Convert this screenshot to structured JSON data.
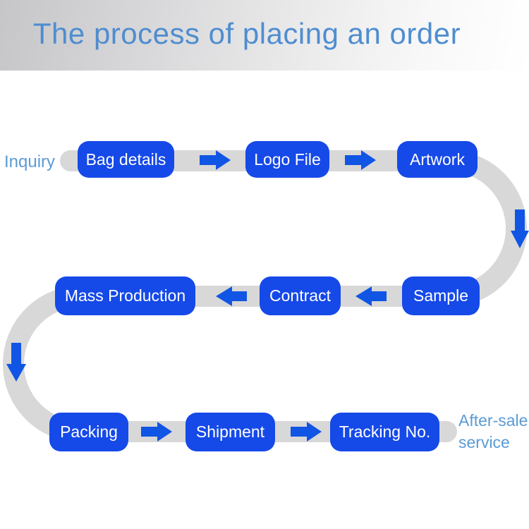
{
  "header": {
    "title": "The process of placing an order"
  },
  "flow": {
    "start_label": "Inquiry",
    "end_label": "After-sale service",
    "rows": [
      {
        "direction": "left-to-right",
        "steps": [
          {
            "label": "Bag details"
          },
          {
            "label": "Logo File"
          },
          {
            "label": "Artwork"
          }
        ]
      },
      {
        "direction": "right-to-left",
        "steps": [
          {
            "label": "Mass Production"
          },
          {
            "label": "Contract"
          },
          {
            "label": "Sample"
          }
        ]
      },
      {
        "direction": "left-to-right",
        "steps": [
          {
            "label": "Packing"
          },
          {
            "label": "Shipment"
          },
          {
            "label": "Tracking No."
          }
        ]
      }
    ],
    "colors": {
      "node_fill": "#1549e8",
      "node_text": "#ffffff",
      "arrow_fill": "#1155e4",
      "path_gray": "#d8d8d8",
      "side_label_blue": "#5b9bd5",
      "title_blue": "#4f8dd0"
    }
  }
}
